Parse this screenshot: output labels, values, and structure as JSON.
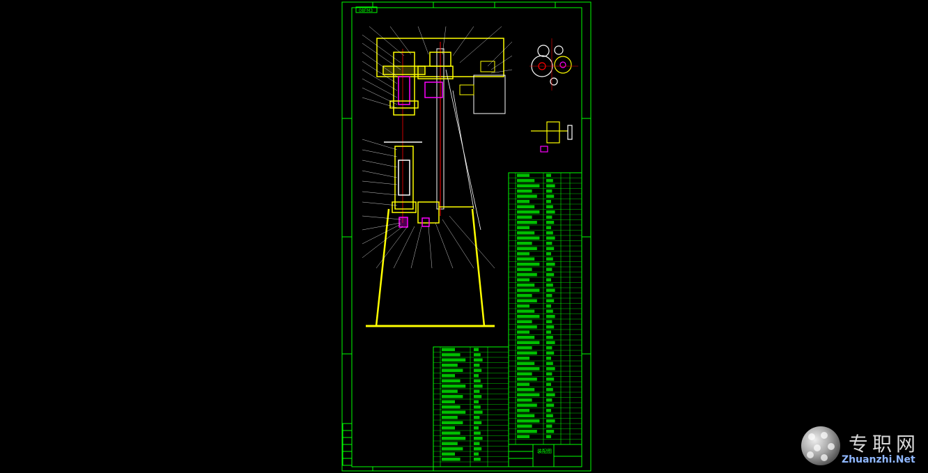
{
  "drawing": {
    "title_block_text": "装配图",
    "tag_text": "08FM3",
    "colors": {
      "background": "#000000",
      "frame": "#00ff00",
      "part": "#ffff00",
      "section": "#ff00ff",
      "leader": "#ffffff",
      "centerline": "#ff0000",
      "table_text": "#00ff00"
    }
  },
  "watermark": {
    "chinese": "专职网",
    "english": "Zhuanzhi.Net",
    "icon": "globe-logo-icon"
  }
}
